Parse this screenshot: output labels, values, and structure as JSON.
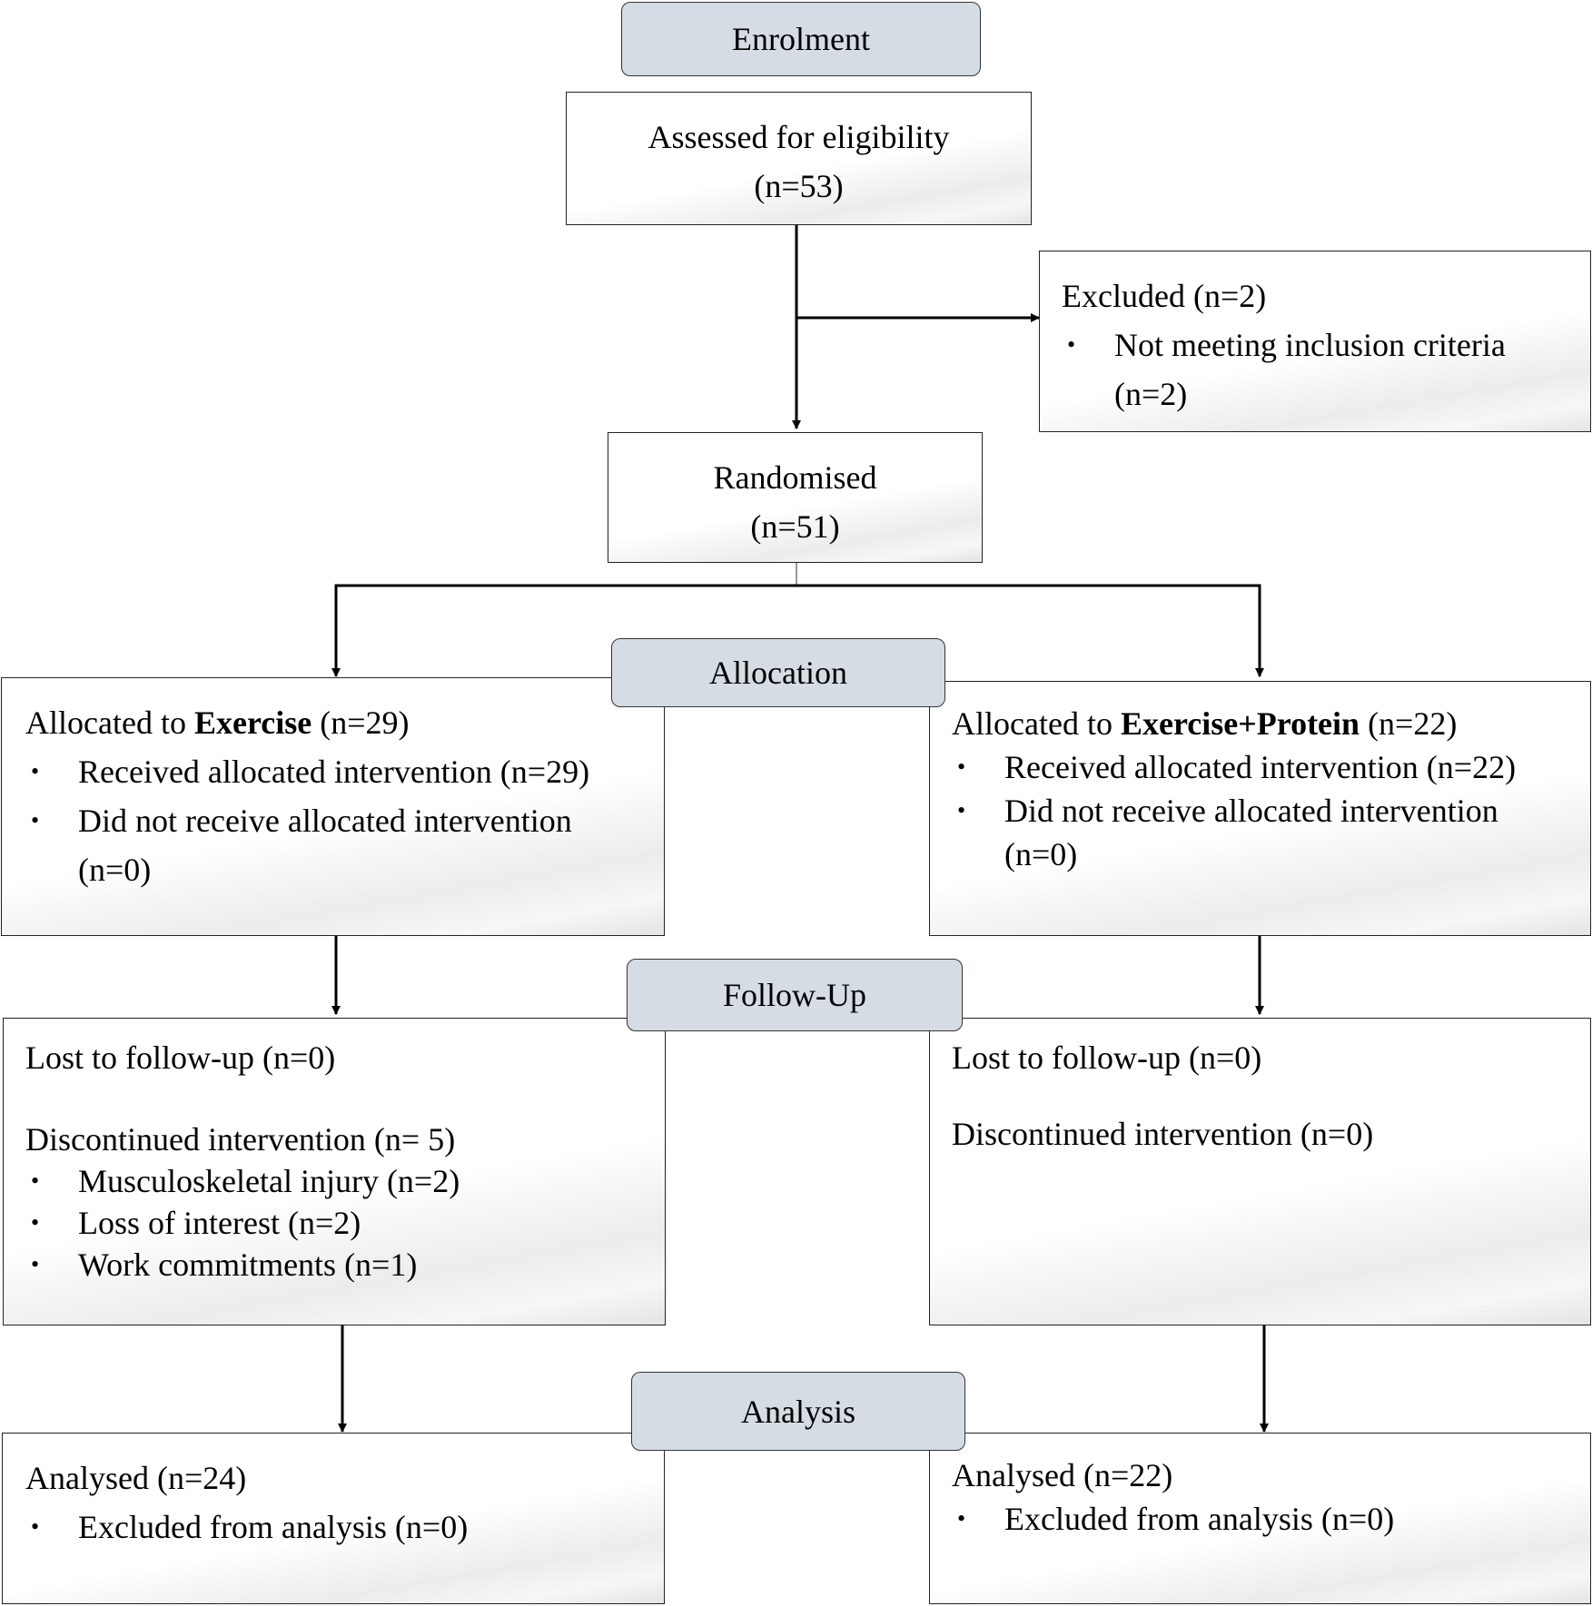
{
  "stages": {
    "enrolment": "Enrolment",
    "allocation": "Allocation",
    "follow_up": "Follow-Up",
    "analysis": "Analysis"
  },
  "assessed": {
    "line1": "Assessed for eligibility",
    "line2": "(n=53)"
  },
  "excluded": {
    "title": "Excluded (n=2)",
    "item1_line1": "Not meeting inclusion criteria",
    "item1_line2": "(n=2)"
  },
  "randomised": {
    "line1": "Randomised",
    "line2": "(n=51)"
  },
  "alloc_left": {
    "prefix": "Allocated to ",
    "group": "Exercise",
    "count": " (n=29)",
    "item1": "Received allocated intervention (n=29)",
    "item2_line1": "Did not receive allocated intervention",
    "item2_line2": "(n=0)"
  },
  "alloc_right": {
    "prefix": "Allocated to ",
    "group": "Exercise+Protein",
    "count": " (n=22)",
    "item1": "Received allocated intervention (n=22)",
    "item2_line1": "Did not receive allocated intervention",
    "item2_line2": "(n=0)"
  },
  "follow_left": {
    "lost": "Lost to follow-up (n=0)",
    "discontinued": "Discontinued intervention (n= 5)",
    "reasons": [
      "Musculoskeletal injury (n=2)",
      "Loss of interest (n=2)",
      "Work commitments (n=1)"
    ]
  },
  "follow_right": {
    "lost": "Lost to follow-up (n=0)",
    "discontinued": "Discontinued intervention (n=0)"
  },
  "analysis_left": {
    "title": "Analysed (n=24)",
    "item1": "Excluded from analysis (n=0)"
  },
  "analysis_right": {
    "title": "Analysed (n=22)",
    "item1": "Excluded from analysis (n=0)"
  }
}
